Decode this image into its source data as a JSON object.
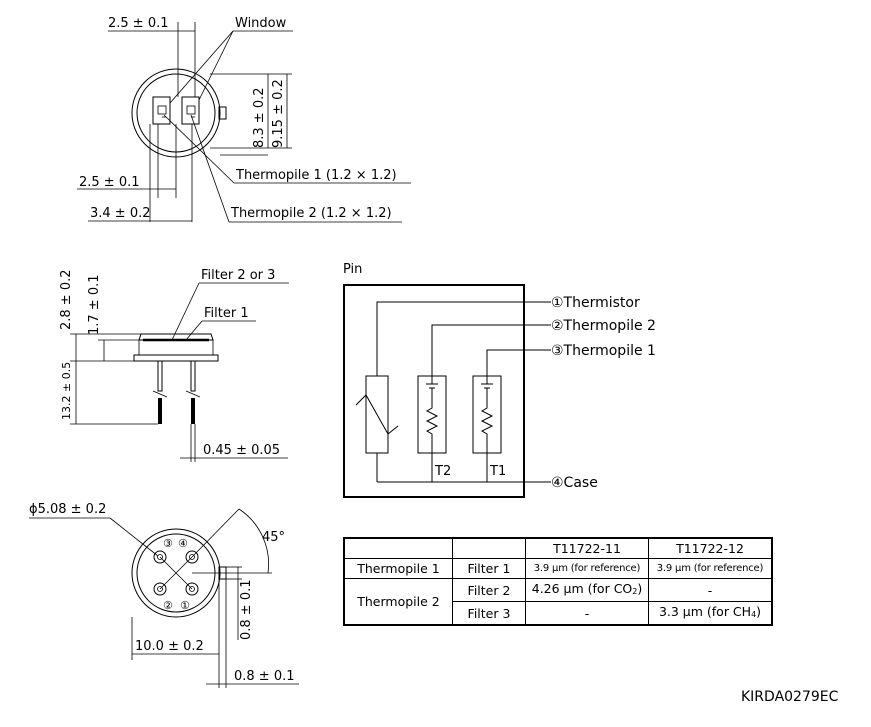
{
  "top_view": {
    "dim_width": "2.5 ± 0.1",
    "window_label": "Window",
    "dim_height_inner": "8.3 ± 0.2",
    "dim_height_outer": "9.15 ± 0.2",
    "dim_pitch": "2.5 ± 0.1",
    "dim_offset": "3.4 ± 0.2",
    "thermopile1_label": "Thermopile 1 (1.2 × 1.2)",
    "thermopile2_label": "Thermopile 2 (1.2 × 1.2)"
  },
  "side_view": {
    "dim_total_height": "2.8 ± 0.2",
    "dim_cap_height": "1.7 ± 0.1",
    "dim_lead_length": "13.2 ± 0.5",
    "filter23_label": "Filter 2 or 3",
    "filter1_label": "Filter 1",
    "dim_lead_dia": "0.45 ± 0.05"
  },
  "bottom_view": {
    "dim_diameter": "ϕ5.08 ± 0.2",
    "dim_angle": "45°",
    "dim_flange": "10.0 ± 0.2",
    "dim_tab_vertical": "0.8 ± 0.1",
    "dim_tab_horizontal": "0.8 ± 0.1",
    "pin_numbers": [
      "③",
      "④",
      "②",
      "①"
    ]
  },
  "pin_diagram": {
    "title": "Pin",
    "pin1": "①Thermistor",
    "pin2": "②Thermopile 2",
    "pin3": "③Thermopile 1",
    "pin4": "④Case",
    "t2_label": "T2",
    "t1_label": "T1"
  },
  "filter_table": {
    "headers": [
      "T11722-11",
      "T11722-12"
    ],
    "row1": {
      "element": "Thermopile 1",
      "filter": "Filter 1",
      "v11": "3.9 μm (for reference)",
      "v12": "3.9 μm (for reference)"
    },
    "row2": {
      "element": "Thermopile 2",
      "filter": "Filter 2",
      "v11_prefix": "4.26 μm (for CO",
      "v11_sub": "2",
      "v11_suffix": ")",
      "v12": "-"
    },
    "row3": {
      "filter": "Filter 3",
      "v11": "-",
      "v12_prefix": "3.3 μm (for CH",
      "v12_sub": "4",
      "v12_suffix": ")"
    }
  },
  "document_code": "KIRDA0279EC"
}
